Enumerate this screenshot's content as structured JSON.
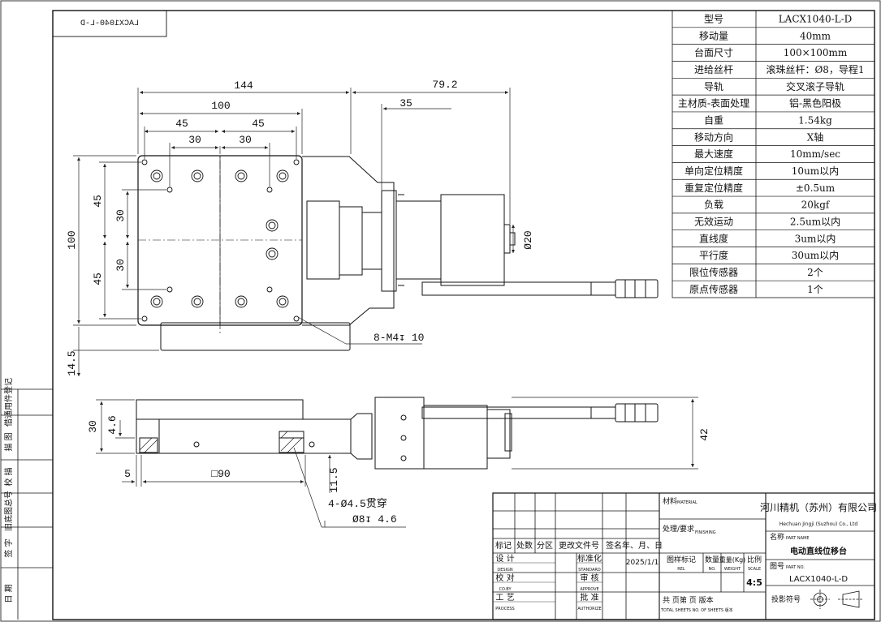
{
  "drawing": {
    "mirror_code": "LACX1040-L-D",
    "views": {
      "top": {
        "dims": {
          "d144": "144",
          "d100_top": "100",
          "d79_2": "79.2",
          "d35": "35",
          "d45_l": "45",
          "d45_r": "45",
          "d30_l": "30",
          "d30_r": "30",
          "d100_side": "100",
          "d45_up": "45",
          "d30_up": "30",
          "d30_dn": "30",
          "d45_dn": "45",
          "d14_5": "14.5"
        },
        "hole_note": "8-M4↧ 10",
        "diameter_note": "Ø20"
      },
      "front": {
        "dims": {
          "d30": "30",
          "d4_6": "4.6",
          "d5": "5",
          "d90": "□90",
          "d11_5": "11.5",
          "d42": "42"
        },
        "thru_note": "4-Ø4.5贯穿",
        "cbore_note": "Ø8↧ 4.6"
      }
    },
    "left_strip": [
      {
        "label": "借通用件登记"
      },
      {
        "label": "描 图"
      },
      {
        "label": "校 描"
      },
      {
        "label": "旧底图总号"
      },
      {
        "label": "签 字"
      },
      {
        "label": "日 期"
      }
    ]
  },
  "spec_table": [
    {
      "label": "型号",
      "value": "LACX1040-L-D"
    },
    {
      "label": "移动量",
      "value": "40mm"
    },
    {
      "label": "台面尺寸",
      "value": "100×100mm"
    },
    {
      "label": "进给丝杆",
      "value": "滚珠丝杆：Ø8，导程1"
    },
    {
      "label": "导轨",
      "value": "交叉滚子导轨"
    },
    {
      "label": "主材质-表面处理",
      "value": "铝-黑色阳极"
    },
    {
      "label": "自重",
      "value": "1.54kg"
    },
    {
      "label": "移动方向",
      "value": "X轴"
    },
    {
      "label": "最大速度",
      "value": "10mm/sec"
    },
    {
      "label": "单向定位精度",
      "value": "10um以内"
    },
    {
      "label": "重复定位精度",
      "value": "±0.5um"
    },
    {
      "label": "负载",
      "value": "20kgf"
    },
    {
      "label": "无效运动",
      "value": "2.5um以内"
    },
    {
      "label": "直线度",
      "value": "3um以内"
    },
    {
      "label": "平行度",
      "value": "30um以内"
    },
    {
      "label": "限位传感器",
      "value": "2个"
    },
    {
      "label": "原点传感器",
      "value": "1个"
    }
  ],
  "title_block": {
    "material": "材料",
    "material_en": "MATERIAL",
    "finish": "处理/要求",
    "finish_en": "FINISHING",
    "company_cn": "河川精机（苏州）有限公司",
    "company_en": "Hechuan Jingji (Suzhou) Co., Ltd",
    "name_label": "名称",
    "name_en": "PART NAME",
    "part_name": "电动直线位移台",
    "number_label": "图号",
    "number_en": "PART NO.",
    "part_no": "LACX1040-L-D",
    "scale": "4:5",
    "projection": "投影符号",
    "rev_headers": [
      "标记",
      "处数",
      "分区",
      "更改文件号",
      "签名",
      "年、月、日"
    ],
    "roles": [
      {
        "cn": "设 计",
        "en": "DESIGN"
      },
      {
        "cn": "校 对",
        "en": "CO.BY"
      },
      {
        "cn": "工 艺",
        "en": "PROCESS"
      }
    ],
    "checks": [
      {
        "cn": "标准化",
        "en": "STANDARD"
      },
      {
        "cn": "审 核",
        "en": "APPROVE"
      },
      {
        "cn": "批 准",
        "en": "AUTHORIZE"
      }
    ],
    "date": "2025/1/1",
    "label_mark": "图样标记",
    "label_mark_en": "REL",
    "qty": "数量",
    "qty_en": "NO.",
    "weight": "重量(Kg)",
    "weight_en": "WEIGHT",
    "scale_label": "比例",
    "scale_en": "SCALE",
    "sheets": "共    页第    页  版本",
    "sheets_en": "TOTAL SHEETS NO. OF SHEETS 版本"
  }
}
